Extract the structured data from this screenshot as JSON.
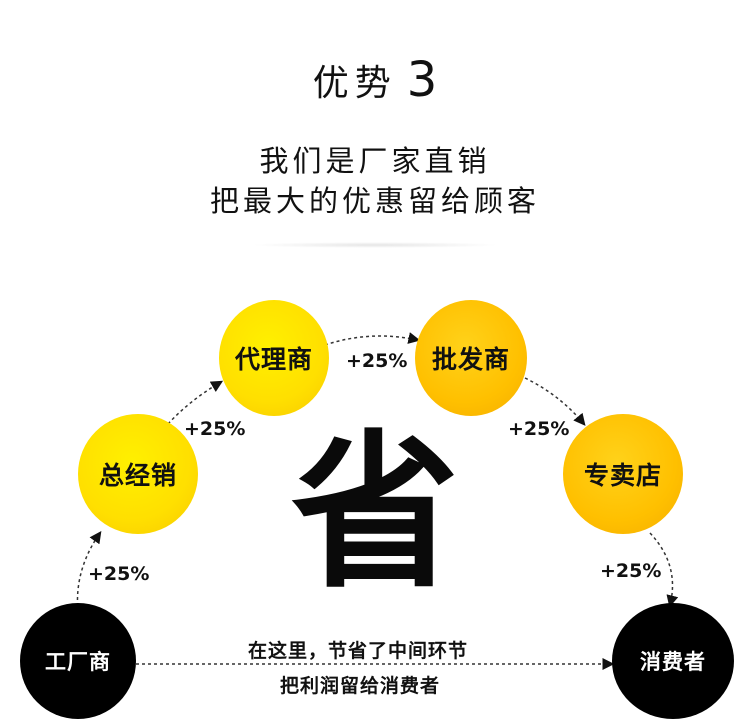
{
  "heading": {
    "title": "优势",
    "number": "3"
  },
  "subtitle": {
    "line1": "我们是厂家直销",
    "line2": "把最大的优惠留给顾客"
  },
  "nodes": {
    "factory": "工厂商",
    "general_distributor": "总经销",
    "agent": "代理商",
    "wholesaler": "批发商",
    "retail_store": "专卖店",
    "consumer": "消费者"
  },
  "markups": [
    "+25%",
    "+25%",
    "+25%",
    "+25%",
    "+25%"
  ],
  "center_char": "省",
  "note": {
    "line1": "在这里，节省了中间环节",
    "line2": "把利润留给消费者"
  },
  "colors": {
    "yellow": "#ffe600",
    "orange": "#ffc000",
    "black": "#000000",
    "text": "#111111"
  }
}
